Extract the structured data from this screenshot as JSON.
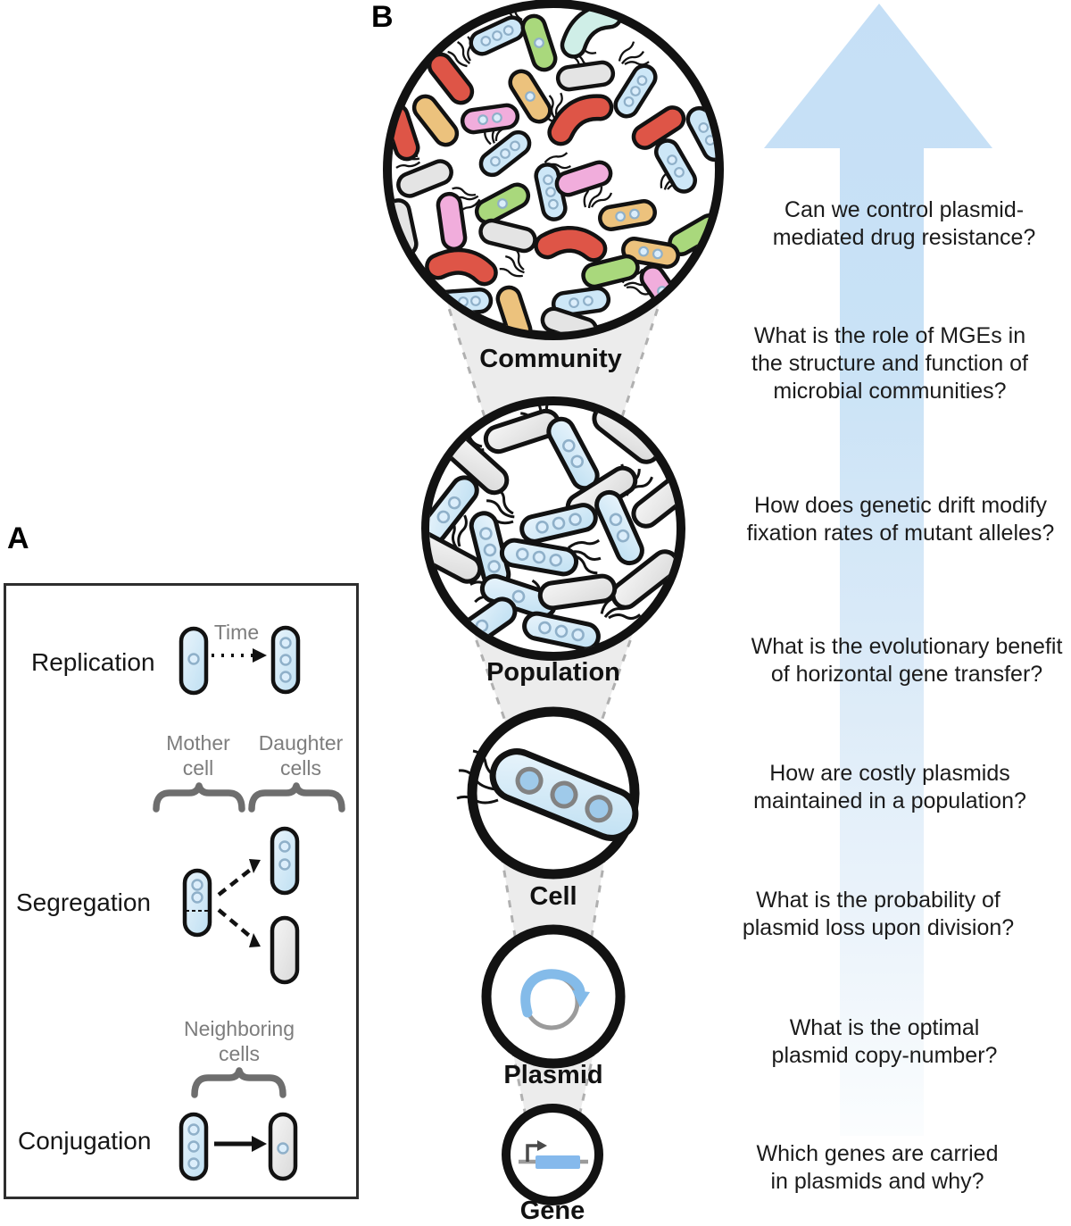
{
  "palette": {
    "outline": "#121212",
    "cell_blue": "#cde7f7",
    "cell_gray": "#e4e4e4",
    "red": "#de5547",
    "tan": "#ecc27d",
    "green": "#a9d87c",
    "pink": "#f1addc",
    "teal": "#cfeee7",
    "big_arrow_blue": "#c6e0f6",
    "gene_blue": "#85b9ec",
    "plasmid_arrow_blue": "#84bbe9",
    "gray_label": "#7d7d7d",
    "funnel_gray": "#ececec"
  },
  "panel_a": {
    "label": "A",
    "replication": {
      "label": "Replication",
      "time": "Time"
    },
    "segregation": {
      "label": "Segregation",
      "mother": "Mother\ncell",
      "daughter": "Daughter\ncells"
    },
    "conjugation": {
      "label": "Conjugation",
      "neighboring": "Neighboring\ncells"
    }
  },
  "panel_b": {
    "label": "B",
    "levels": [
      {
        "name": "Community"
      },
      {
        "name": "Population"
      },
      {
        "name": "Cell"
      },
      {
        "name": "Plasmid"
      },
      {
        "name": "Gene"
      }
    ],
    "questions": [
      {
        "text": "Can we control plasmid-\nmediated drug resistance?"
      },
      {
        "text": "What is the role of MGEs in\nthe structure and function of\nmicrobial communities?"
      },
      {
        "text": "How does genetic drift modify\nfixation rates of mutant alleles?"
      },
      {
        "text": "What is the evolutionary benefit\nof horizontal gene transfer?"
      },
      {
        "text": "How are costly plasmids\nmaintained in a population?"
      },
      {
        "text": "What is the probability of\nplasmid loss upon division?"
      },
      {
        "text": "What is the optimal\nplasmid copy-number?"
      },
      {
        "text": "Which genes are carried\nin plasmids and why?"
      }
    ]
  }
}
